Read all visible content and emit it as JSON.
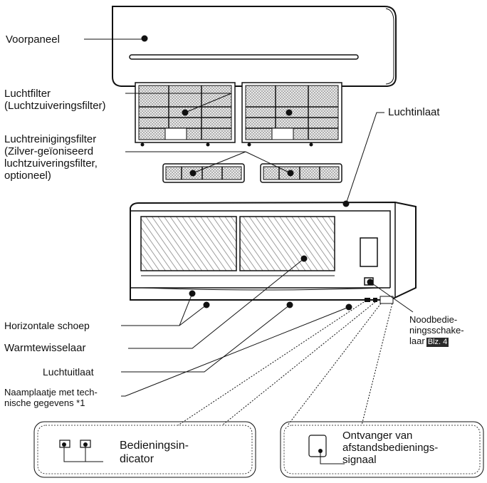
{
  "labels": {
    "front_panel": "Voorpaneel",
    "air_filter_1": "Luchtfilter",
    "air_filter_2": "(Luchtzuiveringsfilter)",
    "cleaning_filter_1": "Luchtreinigingsfilter",
    "cleaning_filter_2": "(Zilver-geïoniseerd",
    "cleaning_filter_3": "luchtzuiveringsfilter,",
    "cleaning_filter_4": "optioneel)",
    "air_inlet": "Luchtinlaat",
    "horizontal_vane": "Horizontale schoep",
    "heat_exchanger": "Warmtewisselaar",
    "air_outlet": "Luchtuitlaat",
    "nameplate_1": "Naamplaatje met tech-",
    "nameplate_2": "nische gegevens *1",
    "emergency_1": "Noodbedie-",
    "emergency_2": "ningsschake-",
    "emergency_3": "laar",
    "emergency_ref": "Blz. 4",
    "operation_indicator_1": "Bedieningsin-",
    "operation_indicator_2": "dicator",
    "receiver_1": "Ontvanger van",
    "receiver_2": "afstandsbedienings-",
    "receiver_3": "signaal"
  }
}
